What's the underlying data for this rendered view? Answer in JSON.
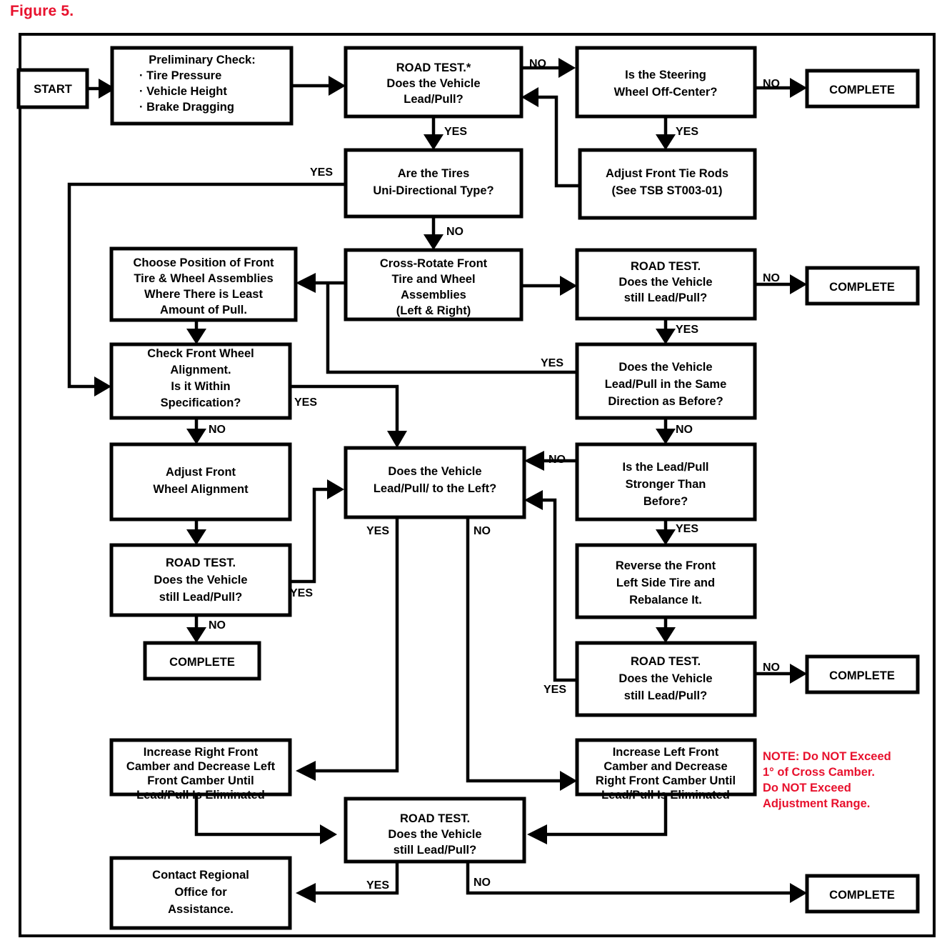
{
  "figure": {
    "label": "Figure 5."
  },
  "colors": {
    "note_red": "#e8112d",
    "line": "#000000",
    "box_fill": "#ffffff"
  },
  "chart_data": {
    "type": "diagram",
    "title": "Figure 5.",
    "diagram_kind": "flowchart",
    "nodes": [
      {
        "id": "start",
        "lines": [
          "START"
        ]
      },
      {
        "id": "prelim",
        "lines": [
          "Preliminary Check:",
          "· Tire Pressure",
          "· Vehicle Height",
          "· Brake Dragging"
        ]
      },
      {
        "id": "roadtest1",
        "lines": [
          "ROAD TEST.*",
          "Does the Vehicle",
          "Lead/Pull?"
        ]
      },
      {
        "id": "steering",
        "lines": [
          "Is the Steering",
          "Wheel Off-Center?"
        ]
      },
      {
        "id": "complete1",
        "lines": [
          "COMPLETE"
        ]
      },
      {
        "id": "tierods",
        "lines": [
          "Adjust Front Tie Rods",
          "(See TSB ST003-01)"
        ]
      },
      {
        "id": "unidir",
        "lines": [
          "Are the Tires",
          "Uni-Directional Type?"
        ]
      },
      {
        "id": "crossrotate",
        "lines": [
          "Cross-Rotate Front",
          "Tire and Wheel",
          "Assemblies",
          "(Left & Right)"
        ]
      },
      {
        "id": "choosepos",
        "lines": [
          "Choose Position of Front",
          "Tire & Wheel Assemblies",
          "Where There is Least",
          "Amount of Pull."
        ]
      },
      {
        "id": "roadtest2",
        "lines": [
          "ROAD TEST.",
          "Does the Vehicle",
          "still Lead/Pull?"
        ]
      },
      {
        "id": "complete2",
        "lines": [
          "COMPLETE"
        ]
      },
      {
        "id": "checkalign",
        "lines": [
          "Check Front Wheel",
          "Alignment.",
          "Is it Within",
          "Specification?"
        ]
      },
      {
        "id": "samedir",
        "lines": [
          "Does the Vehicle",
          "Lead/Pull in the Same",
          "Direction as Before?"
        ]
      },
      {
        "id": "adjustalign",
        "lines": [
          "Adjust Front",
          "Wheel Alignment"
        ]
      },
      {
        "id": "leadleft",
        "lines": [
          "Does the Vehicle",
          "Lead/Pull/ to the Left?"
        ]
      },
      {
        "id": "stronger",
        "lines": [
          "Is the Lead/Pull",
          "Stronger Than",
          "Before?"
        ]
      },
      {
        "id": "roadtest3",
        "lines": [
          "ROAD TEST.",
          "Does the Vehicle",
          "still Lead/Pull?"
        ]
      },
      {
        "id": "complete3",
        "lines": [
          "COMPLETE"
        ]
      },
      {
        "id": "reverse",
        "lines": [
          "Reverse the Front",
          "Left Side Tire and",
          "Rebalance It."
        ]
      },
      {
        "id": "roadtest4",
        "lines": [
          "ROAD TEST.",
          "Does the Vehicle",
          "still Lead/Pull?"
        ]
      },
      {
        "id": "complete4",
        "lines": [
          "COMPLETE"
        ]
      },
      {
        "id": "incright",
        "lines": [
          "Increase Right Front",
          "Camber and Decrease Left",
          "Front Camber Until",
          "Lead/Pull Is Eliminated"
        ]
      },
      {
        "id": "incleft",
        "lines": [
          "Increase Left Front",
          "Camber and Decrease",
          "Right Front Camber Until",
          "Lead/Pull Is Eliminated"
        ]
      },
      {
        "id": "roadtest5",
        "lines": [
          "ROAD TEST.",
          "Does the Vehicle",
          "still Lead/Pull?"
        ]
      },
      {
        "id": "contact",
        "lines": [
          "Contact Regional",
          "Office for",
          "Assistance."
        ]
      },
      {
        "id": "complete5",
        "lines": [
          "COMPLETE"
        ]
      }
    ],
    "edge_labels": [
      "NO",
      "YES",
      "NO",
      "YES",
      "YES",
      "NO",
      "NO",
      "YES",
      "YES",
      "NO",
      "YES",
      "NO",
      "YES",
      "NO",
      "YES",
      "NO",
      "YES",
      "NO",
      "YES",
      "NO"
    ],
    "note": {
      "lines": [
        "NOTE: Do NOT Exceed",
        "1° of Cross Camber.",
        "Do NOT Exceed",
        "Adjustment Range."
      ]
    }
  },
  "boxes": {
    "start": {
      "l0": "START"
    },
    "prelim": {
      "l0": "Preliminary Check:",
      "l1": "· Tire Pressure",
      "l2": "· Vehicle Height",
      "l3": "· Brake Dragging"
    },
    "roadtest1": {
      "l0": "ROAD TEST.*",
      "l1": "Does the Vehicle",
      "l2": "Lead/Pull?"
    },
    "steering": {
      "l0": "Is the Steering",
      "l1": "Wheel Off-Center?"
    },
    "complete1": {
      "l0": "COMPLETE"
    },
    "tierods": {
      "l0": "Adjust Front Tie Rods",
      "l1": "(See TSB ST003-01)"
    },
    "unidir": {
      "l0": "Are the Tires",
      "l1": "Uni-Directional Type?"
    },
    "crossrotate": {
      "l0": "Cross-Rotate Front",
      "l1": "Tire and Wheel",
      "l2": "Assemblies",
      "l3": "(Left & Right)"
    },
    "choosepos": {
      "l0": "Choose Position of Front",
      "l1": "Tire & Wheel Assemblies",
      "l2": "Where There is Least",
      "l3": "Amount of Pull."
    },
    "roadtest2": {
      "l0": "ROAD TEST.",
      "l1": "Does the Vehicle",
      "l2": "still Lead/Pull?"
    },
    "complete2": {
      "l0": "COMPLETE"
    },
    "checkalign": {
      "l0": "Check Front Wheel",
      "l1": "Alignment.",
      "l2": "Is it Within",
      "l3": "Specification?"
    },
    "samedir": {
      "l0": "Does the Vehicle",
      "l1": "Lead/Pull in the Same",
      "l2": "Direction as Before?"
    },
    "adjustalign": {
      "l0": "Adjust Front",
      "l1": "Wheel Alignment"
    },
    "leadleft": {
      "l0": "Does the Vehicle",
      "l1": "Lead/Pull/ to the Left?"
    },
    "stronger": {
      "l0": "Is the Lead/Pull",
      "l1": "Stronger Than",
      "l2": "Before?"
    },
    "roadtest3": {
      "l0": "ROAD TEST.",
      "l1": "Does the Vehicle",
      "l2": "still Lead/Pull?"
    },
    "complete3": {
      "l0": "COMPLETE"
    },
    "reverse": {
      "l0": "Reverse the Front",
      "l1": "Left Side Tire and",
      "l2": "Rebalance It."
    },
    "roadtest4": {
      "l0": "ROAD TEST.",
      "l1": "Does the Vehicle",
      "l2": "still Lead/Pull?"
    },
    "complete4": {
      "l0": "COMPLETE"
    },
    "incright": {
      "l0": "Increase Right Front",
      "l1": "Camber and Decrease Left",
      "l2": "Front Camber Until",
      "l3": "Lead/Pull Is Eliminated"
    },
    "incleft": {
      "l0": "Increase Left Front",
      "l1": "Camber and Decrease",
      "l2": "Right Front Camber Until",
      "l3": "Lead/Pull Is Eliminated"
    },
    "roadtest5": {
      "l0": "ROAD TEST.",
      "l1": "Does the Vehicle",
      "l2": "still Lead/Pull?"
    },
    "contact": {
      "l0": "Contact Regional",
      "l1": "Office for",
      "l2": "Assistance."
    },
    "complete5": {
      "l0": "COMPLETE"
    }
  },
  "edges": {
    "e_rt1_no": "NO",
    "e_rt1_yes": "YES",
    "e_steer_no": "NO",
    "e_steer_yes": "YES",
    "e_unidir_yes": "YES",
    "e_unidir_no": "NO",
    "e_rt2_no": "NO",
    "e_rt2_yes": "YES",
    "e_samedir_yes": "YES",
    "e_samedir_no": "NO",
    "e_check_yes": "YES",
    "e_check_no": "NO",
    "e_rt3_yes": "YES",
    "e_rt3_no": "NO",
    "e_strong_no": "NO",
    "e_strong_yes": "YES",
    "e_rt4_no": "NO",
    "e_rt4_yes": "YES",
    "e_left_yes": "YES",
    "e_left_no": "NO",
    "e_rt5_yes": "YES",
    "e_rt5_no": "NO"
  },
  "note": {
    "l0": "NOTE: Do NOT Exceed",
    "l1": "1° of Cross Camber.",
    "l2": "Do NOT Exceed",
    "l3": "Adjustment Range."
  }
}
